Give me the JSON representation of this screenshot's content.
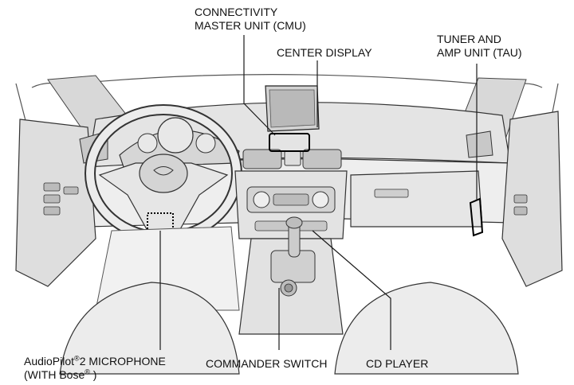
{
  "labels": {
    "cmu_line1": "CONNECTIVITY",
    "cmu_line2": "MASTER UNIT (CMU)",
    "center_display": "CENTER DISPLAY",
    "tau_line1": "TUNER AND",
    "tau_line2": "AMP UNIT (TAU)",
    "mic_line1_pre": "AudioPilot",
    "mic_sup1": "®",
    "mic_line1_post": "2 MICROPHONE",
    "mic_line2_pre": "(WITH Bose",
    "mic_sup2": "®",
    "mic_line2_post": " )",
    "commander_switch": "COMMANDER SWITCH",
    "cd_player": "CD PLAYER"
  },
  "colors": {
    "line": "#1a1a1a",
    "interior_fill": "#e9e9e9",
    "interior_shade": "#cfcfcf",
    "interior_dark": "#9a9a9a"
  }
}
